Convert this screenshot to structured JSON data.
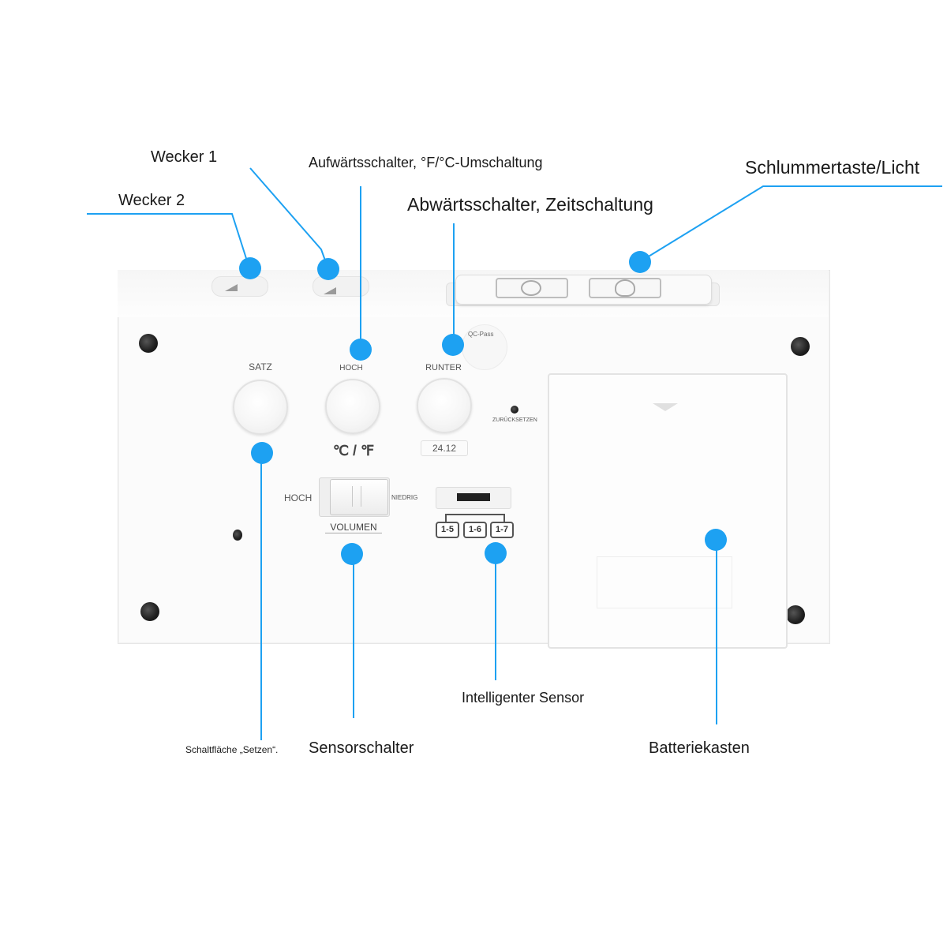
{
  "labels": {
    "alarm1": "Wecker 1",
    "alarm2": "Wecker 2",
    "up_switch": "Aufwärtsschalter, °F/°C-Umschaltung",
    "down_switch": "Abwärtsschalter, Zeitschaltung",
    "snooze": "Schlummertaste/Licht",
    "set_button": "Schaltfläche „Setzen“.",
    "sensor_switch": "Sensorschalter",
    "smart_sensor": "Intelligenter Sensor",
    "battery_box": "Batteriekasten"
  },
  "device": {
    "set_label": "SATZ",
    "up_label": "HOCH",
    "down_label": "RUNTER",
    "temp_unit": "℃ / ℉",
    "date_format": "24.12",
    "reset_label": "ZURÜCKSETZEN",
    "qc_label": "QC-Pass",
    "volume_high": "HOCH",
    "volume_low": "NIEDRIG",
    "volume_label": "VOLUMEN",
    "modes": [
      "1-5",
      "1-6",
      "1-7"
    ]
  },
  "colors": {
    "callout_blue": "#1da1f2"
  }
}
